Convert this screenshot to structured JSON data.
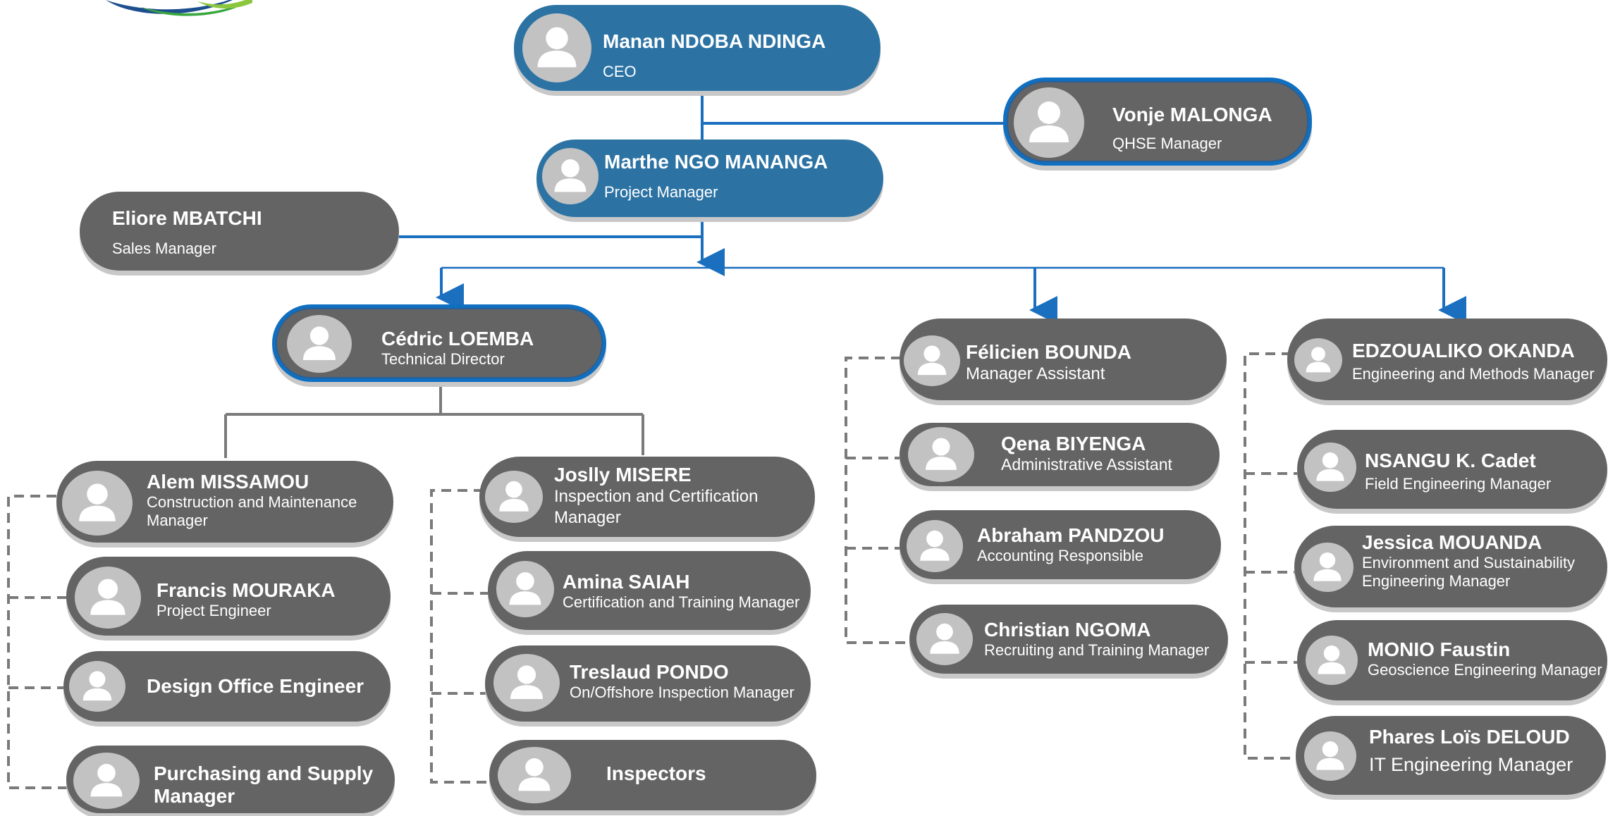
{
  "colors": {
    "node_gray": "#646464",
    "node_blue": "#2c73a4",
    "connector_blue": "#1a6fbe",
    "connector_gray": "#7a7a7a",
    "avatar_bg": "#c2c2c2"
  },
  "logo": {
    "icon": "swoosh-logo-icon",
    "visible_text": ""
  },
  "nodes": {
    "ceo": {
      "name": "Manan NDOBA NDINGA",
      "title": "CEO",
      "icon": "person-icon"
    },
    "qhse": {
      "name": "Vonje MALONGA",
      "title": "QHSE Manager",
      "icon": "person-icon"
    },
    "project_manager": {
      "name": "Marthe NGO MANANGA",
      "title": "Project Manager",
      "icon": "person-icon"
    },
    "sales": {
      "name": "Eliore MBATCHI",
      "title": "Sales Manager"
    },
    "technical_director": {
      "name": "Cédric LOEMBA",
      "title": "Technical Director",
      "icon": "person-icon"
    },
    "alem": {
      "name": "Alem MISSAMOU",
      "title_line1": "Construction and Maintenance",
      "title_line2": "Manager",
      "icon": "person-icon"
    },
    "francis": {
      "name": "Francis MOURAKA",
      "title": "Project Engineer",
      "icon": "person-icon"
    },
    "design_office": {
      "name": "Design Office Engineer",
      "icon": "person-icon"
    },
    "purchasing": {
      "name_line1": "Purchasing and Supply",
      "name_line2": "Manager",
      "icon": "person-icon"
    },
    "joslly": {
      "name": "Joslly MISERE",
      "title_line1": "Inspection and Certification",
      "title_line2": "Manager",
      "icon": "person-icon"
    },
    "amina": {
      "name": "Amina SAIAH",
      "title": "Certification and Training Manager",
      "icon": "person-icon"
    },
    "treslaud": {
      "name": "Treslaud PONDO",
      "title": "On/Offshore Inspection Manager",
      "icon": "person-icon"
    },
    "inspectors": {
      "name": "Inspectors",
      "icon": "person-icon"
    },
    "felicien": {
      "name": "Félicien BOUNDA",
      "title": "Manager Assistant",
      "icon": "person-icon"
    },
    "qena": {
      "name": "Qena BIYENGA",
      "title": "Administrative Assistant",
      "icon": "person-icon"
    },
    "abraham": {
      "name": "Abraham PANDZOU",
      "title": "Accounting Responsible",
      "icon": "person-icon"
    },
    "christian": {
      "name": "Christian NGOMA",
      "title": "Recruiting and Training Manager",
      "icon": "person-icon"
    },
    "edzoualiko": {
      "name": "EDZOUALIKO OKANDA",
      "title": "Engineering and Methods Manager",
      "icon": "person-icon"
    },
    "nsangu": {
      "name": "NSANGU K. Cadet",
      "title": "Field Engineering Manager",
      "icon": "person-icon"
    },
    "jessica": {
      "name": "Jessica MOUANDA",
      "title_line1": "Environment and Sustainability",
      "title_line2": "Engineering Manager",
      "icon": "person-icon"
    },
    "monio": {
      "name": "MONIO Faustin",
      "title": "Geoscience Engineering Manager",
      "icon": "person-icon"
    },
    "phares": {
      "name": "Phares Loïs DELOUD",
      "title": "IT Engineering Manager",
      "icon": "person-icon"
    }
  }
}
